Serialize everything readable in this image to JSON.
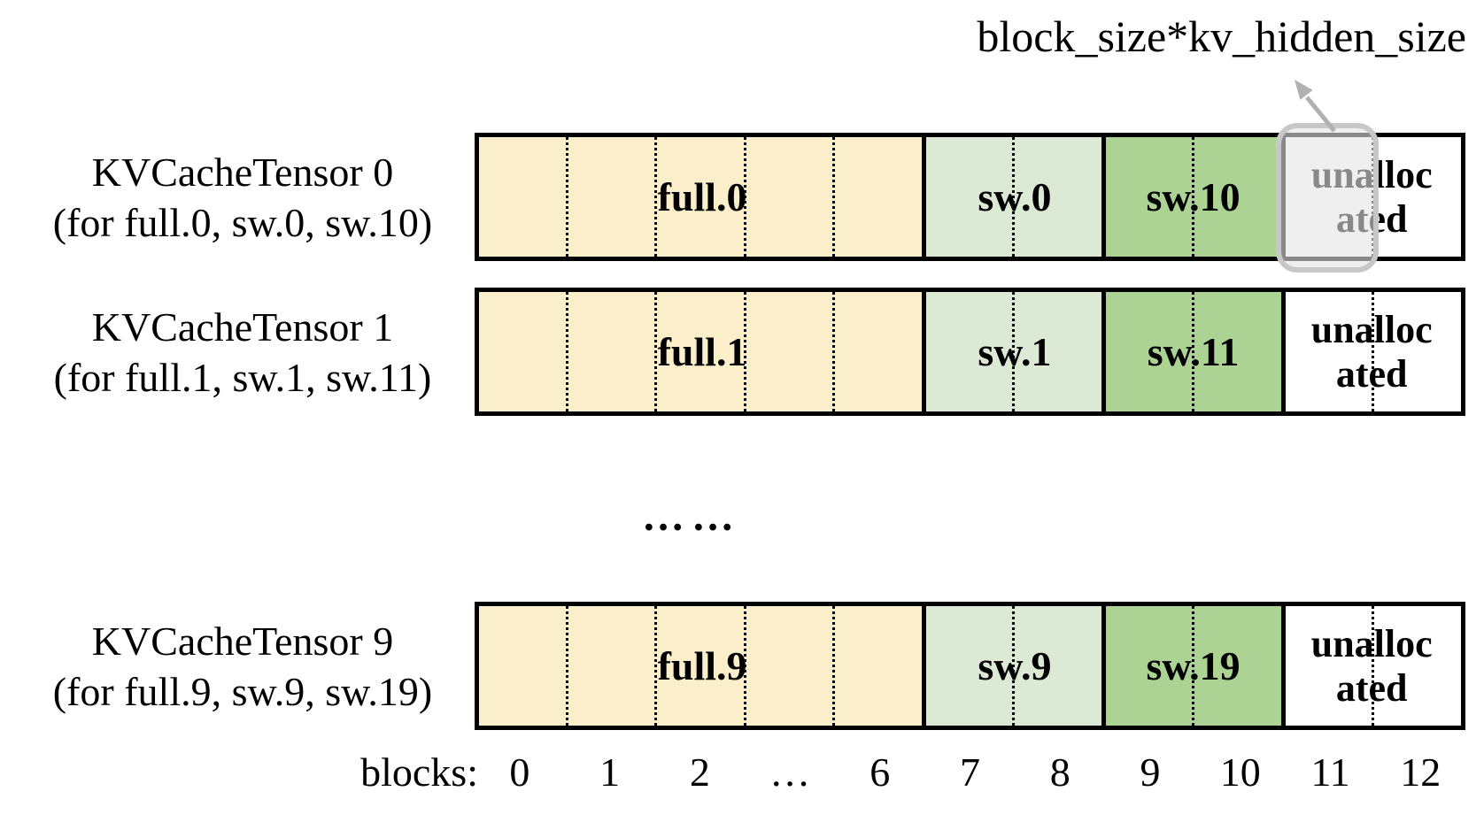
{
  "annotation": {
    "text": "block_size*kv_hidden_size"
  },
  "rows": [
    {
      "name": "KVCacheTensor 0",
      "subtitle": "(for full.0, sw.0, sw.10)",
      "full_label": "full.0",
      "sw_label": "sw.0",
      "sw2_label": "sw.10",
      "unallocated_label": "unallocated",
      "highlighted_block": "11"
    },
    {
      "name": "KVCacheTensor 1",
      "subtitle": "(for full.1, sw.1, sw.11)",
      "full_label": "full.1",
      "sw_label": "sw.1",
      "sw2_label": "sw.11",
      "unallocated_label": "unallocated"
    },
    {
      "name": "KVCacheTensor 9",
      "subtitle": "(for full.9, sw.9, sw.19)",
      "full_label": "full.9",
      "sw_label": "sw.9",
      "sw2_label": "sw.19",
      "unallocated_label": "unallocated"
    }
  ],
  "ellipsis": "……",
  "axis": {
    "label": "blocks:",
    "ticks": [
      "0",
      "1",
      "2",
      "…",
      "6",
      "7",
      "8",
      "9",
      "10",
      "11",
      "12"
    ]
  },
  "colors": {
    "full": "#FBEECA",
    "sw_early": "#DCE9D4",
    "sw_late": "#ACD294",
    "unallocated": "#FFFFFF",
    "border": "#000000",
    "highlight_border": "#C7C7C7",
    "highlight_fill": "rgba(228,228,228,0.6)",
    "arrow": "#B1B1B1"
  }
}
